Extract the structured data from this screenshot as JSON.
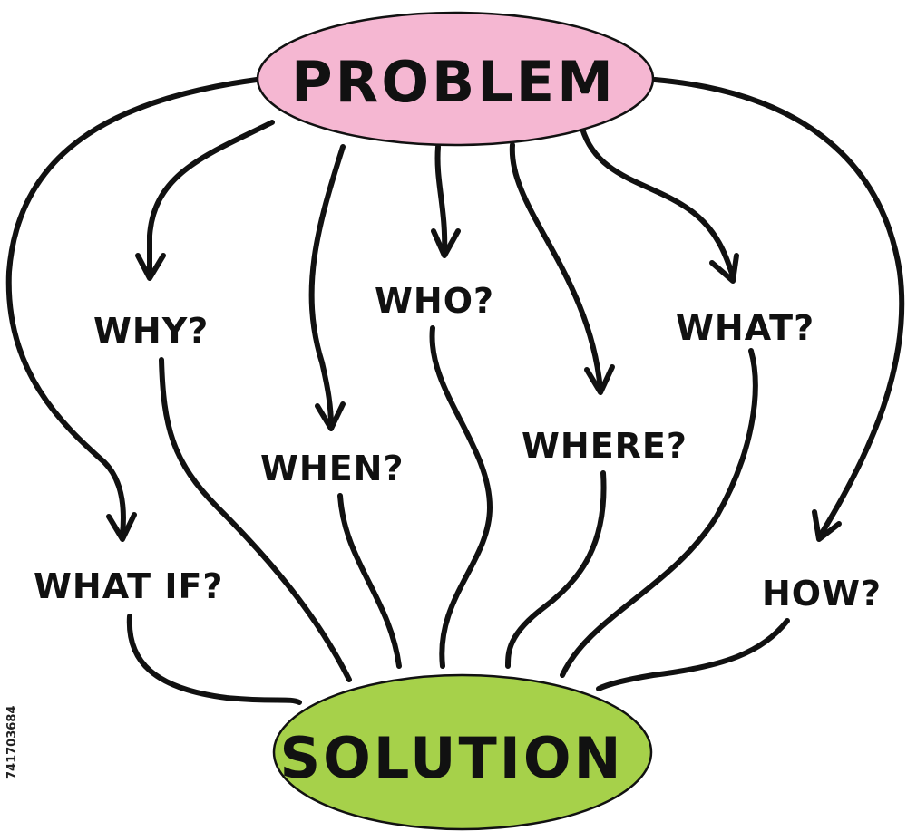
{
  "diagram": {
    "top_node": {
      "label": "PROBLEM",
      "fill": "#f5b7d2"
    },
    "bottom_node": {
      "label": "SOLUTION",
      "fill": "#a6d14a"
    },
    "questions": {
      "why": "WHY?",
      "who": "WHO?",
      "what": "WHAT?",
      "when": "WHEN?",
      "where": "WHERE?",
      "what_if": "WHAT IF?",
      "how": "HOW?"
    },
    "stroke_color": "#111111"
  },
  "stock_id": "741703684"
}
